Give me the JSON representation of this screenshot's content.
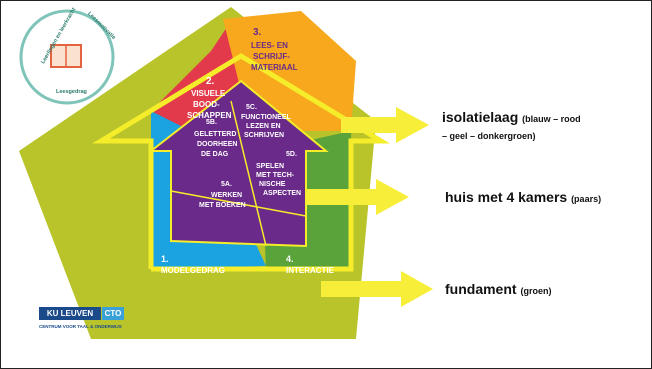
{
  "logo_circle": {
    "top_left": "Leerlingen en leerkracht",
    "top_right": "Leesmotivatie",
    "bottom": "Leesgedrag"
  },
  "rooms": {
    "r1": {
      "num": "1.",
      "name": "MODELGEDRAG"
    },
    "r2": {
      "num": "2.",
      "name": [
        "VISUELE",
        "BOOD-",
        "SCHAPPEN"
      ]
    },
    "r3": {
      "num": "3.",
      "name": [
        "LEES- EN",
        "SCHRIJF-",
        "MATERIAAL"
      ]
    },
    "r4": {
      "num": "4.",
      "name": "INTERACTIE"
    },
    "r5a": {
      "num": "5A.",
      "name": [
        "WERKEN",
        "MET BOEKEN"
      ]
    },
    "r5b": {
      "num": "5B.",
      "name": [
        "GELETTERD",
        "DOORHEEN",
        "DE DAG"
      ]
    },
    "r5c": {
      "num": "5C.",
      "name": [
        "FUNCTIONEEL",
        "LEZEN EN",
        "SCHRIJVEN"
      ]
    },
    "r5d": {
      "num": "5D.",
      "name": [
        "SPELEN",
        "MET TECH-",
        "NISCHE",
        "ASPECTEN"
      ]
    }
  },
  "labels": {
    "isolatie_title": "isolatielaag",
    "isolatie_detail_1": "(blauw – rood",
    "isolatie_detail_2": "– geel – donkergroen)",
    "huis_title": "huis met 4 kamers",
    "huis_detail": "(paars)",
    "fundament_title": "fundament",
    "fundament_detail": "(groen)"
  },
  "branding": {
    "ku": "KU LEUVEN",
    "cto": "CTO",
    "sub": "CENTRUM VOOR TAAL & ONDERWIJS"
  },
  "colors": {
    "arrow": "#f7ee3a",
    "outline": "#f5ec2a",
    "fundament": "#b9c42a",
    "blue": "#1aa3e0",
    "red": "#e23a4a",
    "orange": "#f7a81d",
    "darkgreen": "#5aa23a",
    "purple": "#6a2a8a",
    "ku_blue": "#1a4a8a"
  }
}
